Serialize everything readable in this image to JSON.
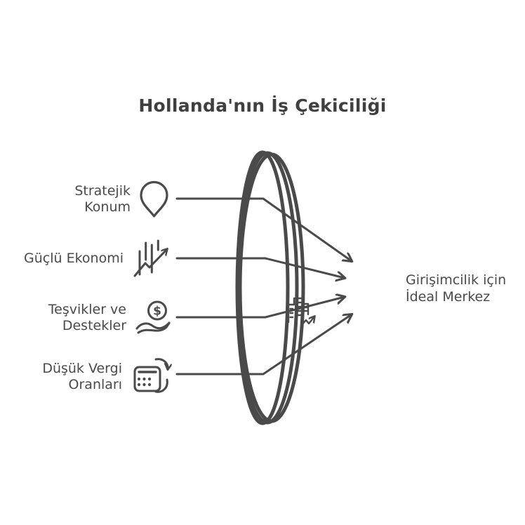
{
  "title": "Hollanda'nın İş Çekiciliği",
  "items": [
    {
      "label": "Stratejik\nKonum",
      "icon": "location-pin-icon"
    },
    {
      "label": "Güçlü Ekonomi",
      "icon": "growth-chart-icon"
    },
    {
      "label": "Teşvikler ve\nDestekler",
      "icon": "dollar-coin-hand-icon"
    },
    {
      "label": "Düşük Vergi\nOranları",
      "icon": "calculator-cycle-icon"
    }
  ],
  "outcome": {
    "label": "Girişimcilik için\nİdeal Merkez"
  },
  "lens": {
    "center_icon": "building-growth-icon"
  },
  "symbols": {
    "dollar": "$"
  },
  "colors": {
    "ink": "#4a4a4a",
    "title_ink": "#3f3f3f",
    "background": "#ffffff"
  }
}
